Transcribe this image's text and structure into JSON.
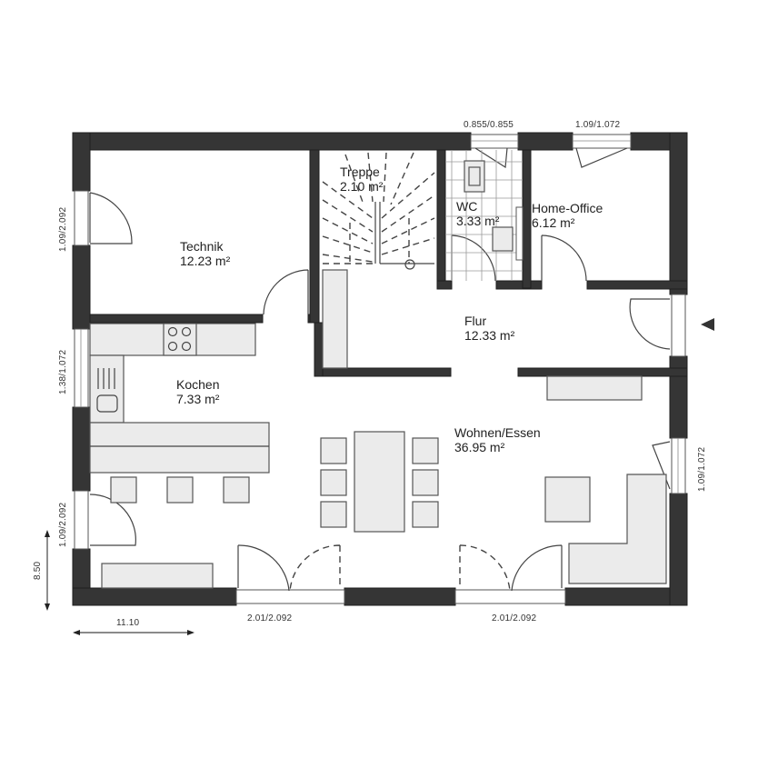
{
  "rooms": [
    {
      "name": "Technik",
      "area": "12.23 m²"
    },
    {
      "name": "Treppe",
      "area": "2.10 m²"
    },
    {
      "name": "WC",
      "area": "3.33 m²"
    },
    {
      "name": "Home-Office",
      "area": "6.12 m²"
    },
    {
      "name": "Flur",
      "area": "12.33 m²"
    },
    {
      "name": "Kochen",
      "area": "7.33 m²"
    },
    {
      "name": "Wohnen/Essen",
      "area": "36.95 m²"
    }
  ],
  "openings": {
    "top_wc_window": "0.855/0.855",
    "top_office_window": "1.09/1.072",
    "left_technik_door": "1.09/2.092",
    "left_kitchen_window": "1.38/1.072",
    "left_living_door": "1.09/2.092",
    "right_living_window": "1.09/1.072",
    "bottom_terrace_door_left": "2.01/2.092",
    "bottom_terrace_door_right": "2.01/2.092"
  },
  "dimensions": {
    "total_width": "11.10",
    "total_depth": "8.50"
  },
  "entrance_marker": "entrance-arrow",
  "colors": {
    "wall": "#353535",
    "furniture": "#ebebeb",
    "background": "#ffffff"
  }
}
